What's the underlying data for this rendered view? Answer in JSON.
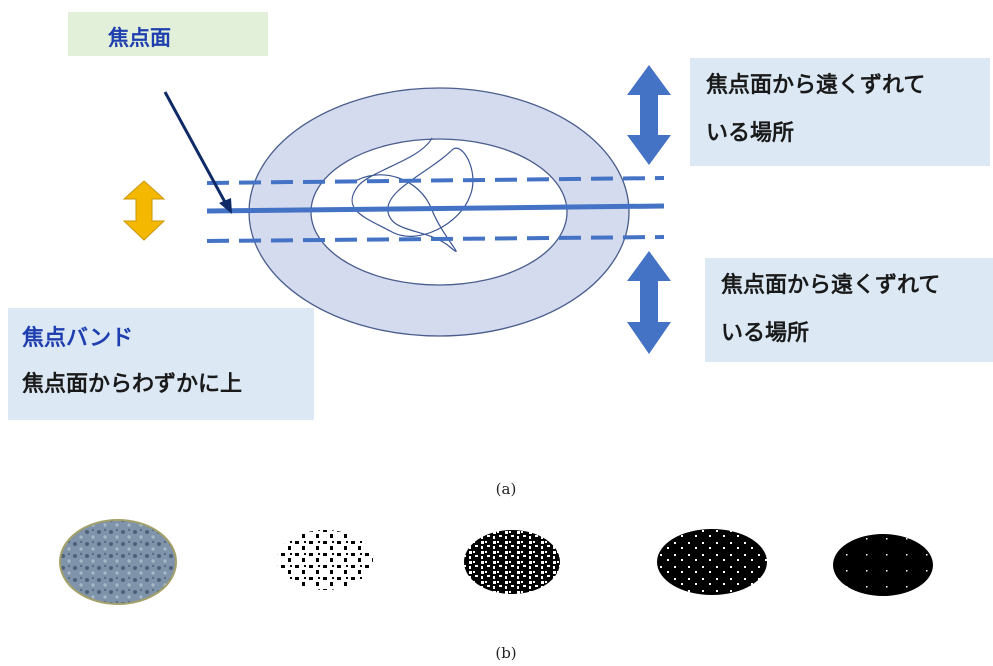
{
  "labels": {
    "focal_plane": "焦点面",
    "far_top_line1": "焦点面から遠くずれて",
    "far_top_line2": "いる場所",
    "far_bottom_line1": "焦点面から遠くずれて",
    "far_bottom_line2": "いる場所",
    "band_title": "焦点バンド",
    "band_desc": "焦点面からわずかに上"
  },
  "captions": {
    "a": "(a)",
    "b": "(b)"
  },
  "colors": {
    "accent_blue": "#4472c4",
    "label_blue": "#1f3fb0",
    "arrow_navy": "#0f2a66",
    "orange_arrow": "#f5b800",
    "ring_fill": "#d4dbef",
    "box_blue": "#dce9f5",
    "box_green": "#e2f0d9"
  },
  "panel_b_icons": [
    "colour-cell-icon",
    "sparse-binary-cell-icon",
    "medium-binary-cell-icon",
    "dense-binary-cell-icon",
    "solid-binary-cell-icon"
  ]
}
